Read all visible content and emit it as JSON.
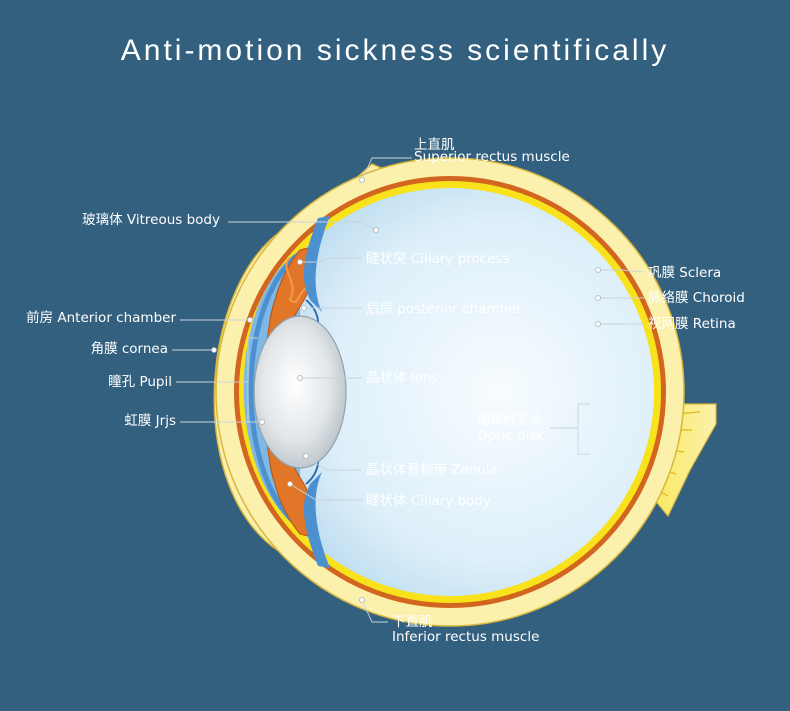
{
  "title": "Anti-motion sickness scientifically",
  "labels": {
    "superior_rectus_cn": "上直肌",
    "superior_rectus_en": "Superior rectus muscle",
    "vitreous_body": "玻璃体 Vitreous body",
    "ciliary_process": "睫状突  Ciliary process",
    "posterior_chamber": "后房 posterior chamber",
    "anterior_chamber": "前房 Anterior chamber",
    "cornea": "角膜 cornea",
    "pupil": "瞳孔 Pupil",
    "lens": "晶状体 lens",
    "iris": "虹膜 Jrjs",
    "zonula": "晶状体悬韧带 Zonula",
    "ciliary_body": "睫状体 Ciliary body",
    "inferior_rectus_cn": "下直肌",
    "inferior_rectus_en": "Inferior rectus muscle",
    "sclera": "巩膜 Sclera",
    "choroid": "脉络膜 Choroid",
    "retina": "视网膜 Retina",
    "optic_disk_cn": "视神经乳头",
    "optic_disk_en": "Optic disk"
  },
  "colors": {
    "background": "#33607f",
    "sclera": "#fbf1ad",
    "choroid": "#d2651f",
    "retina": "#f7e21c",
    "vitreous": "#e3f2fa",
    "ciliary": "#e27628",
    "cornea_chamber": "#7fb8e4"
  }
}
